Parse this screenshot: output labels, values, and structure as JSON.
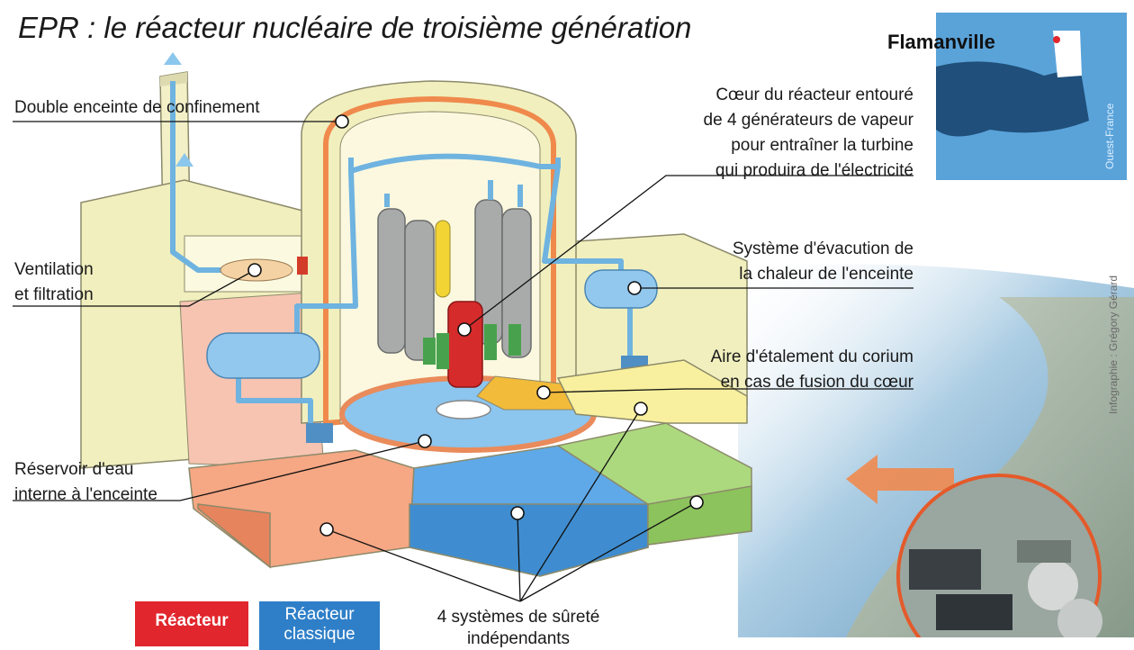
{
  "title": "EPR : le réacteur nucléaire de troisième génération",
  "map": {
    "place": "Flamanville",
    "source": "Ouest-France"
  },
  "credit": "Infographie : Grégory Gérard",
  "labels": {
    "confinement": "Double enceinte de confinement",
    "ventilation": [
      "Ventilation",
      "et filtration"
    ],
    "reservoir": [
      "Réservoir d'eau",
      "interne à l'enceinte"
    ],
    "coeur": [
      "Cœur du réacteur entouré",
      "de 4 générateurs de vapeur",
      "pour entraîner la turbine",
      "qui produira de l'électricité"
    ],
    "evacuation": [
      "Système d'évacution de",
      "la chaleur de l'enceinte"
    ],
    "corium": [
      "Aire d'étalement du corium",
      "en cas de fusion du cœur"
    ],
    "surete": [
      "4 systèmes de sûreté",
      "indépendants"
    ]
  },
  "legend": {
    "reacteur": "Réacteur",
    "reacteur_classique": [
      "Réacteur",
      "classique"
    ]
  },
  "colors": {
    "reacteur": "#e1262d",
    "reacteur_classique": "#2f7fc8",
    "salmon": "#f4a07a",
    "blue_zone": "#5aa7e6",
    "green_zone": "#a8d47a",
    "yellow_zone": "#f6ee9a"
  }
}
